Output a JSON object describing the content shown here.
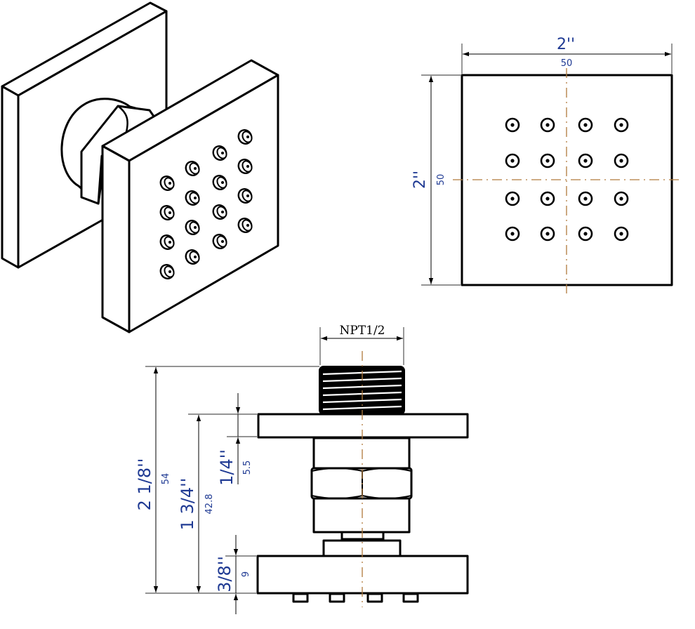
{
  "colors": {
    "dimension_text": "#1f3a93",
    "centerline": "#b07a3c",
    "outline": "#000000"
  },
  "views": {
    "isometric": {
      "label": "isometric-view",
      "nozzle_count": 16
    },
    "front": {
      "label": "front-view",
      "width_dimension": {
        "inch": "2''",
        "mm": "50"
      },
      "height_dimension": {
        "inch": "2''",
        "mm": "50"
      },
      "nozzle_grid": {
        "rows": 4,
        "cols": 4
      }
    },
    "side": {
      "label": "side-view",
      "thread_label": "NPT1/2",
      "dimensions": {
        "overall_height": {
          "inch": "2 1/8''",
          "mm": "54"
        },
        "plate_to_face": {
          "inch": "1 3/4''",
          "mm": "42.8"
        },
        "wall_plate_thickness": {
          "inch": "1/4''",
          "mm": "5.5"
        },
        "face_plate_thickness": {
          "inch": "3/8''",
          "mm": "9"
        }
      },
      "bottom_nozzle_count": 4
    }
  }
}
